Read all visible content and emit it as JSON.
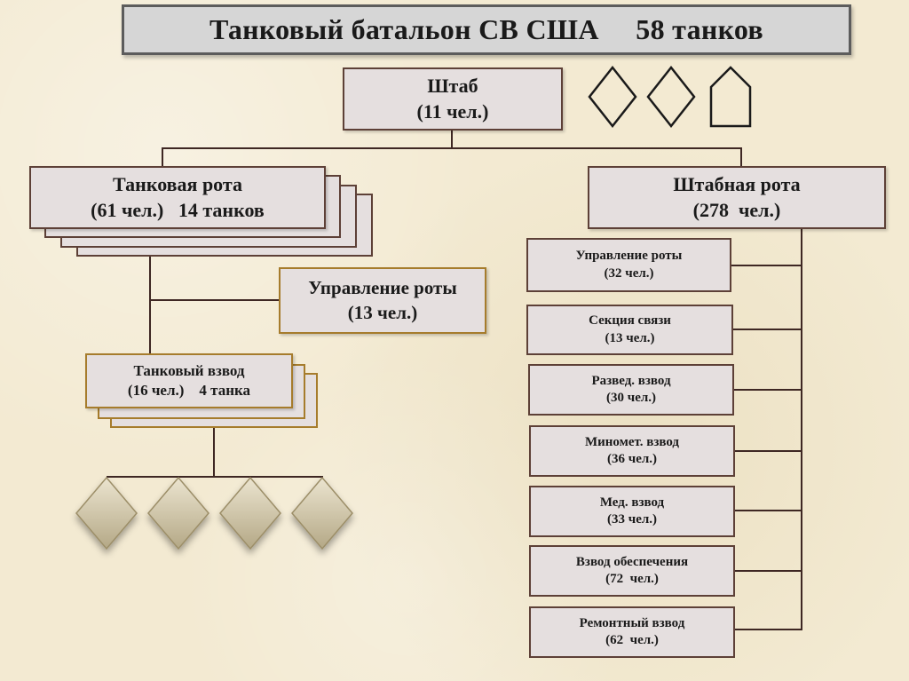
{
  "title": {
    "main": "Танковый батальон СВ США",
    "count": "58 танков"
  },
  "hq": {
    "label": "Штаб",
    "count": "(11 чел.)"
  },
  "tank_company": {
    "label": "Танковая рота",
    "count": "(61 чел.)   14 танков",
    "copies": 4
  },
  "company_hq": {
    "label": "Управление роты",
    "count": "(13 чел.)"
  },
  "tank_platoon": {
    "label": "Танковый взвод",
    "count": "(16 чел.)    4 танка",
    "copies": 3,
    "tanks": 4
  },
  "hq_company": {
    "label": "Штабная рота",
    "count": "(278  чел.)",
    "units": [
      {
        "label": "Управление роты",
        "count": "(32 чел.)"
      },
      {
        "label": "Секция связи",
        "count": "(13 чел.)"
      },
      {
        "label": "Развед. взвод",
        "count": "(30 чел.)"
      },
      {
        "label": "Миномет. взвод",
        "count": "(36 чел.)"
      },
      {
        "label": "Мед. взвод",
        "count": "(33 чел.)"
      },
      {
        "label": "Взвод обеспечения",
        "count": "(72  чел.)"
      },
      {
        "label": "Ремонтный взвод",
        "count": "(62  чел.)"
      }
    ]
  },
  "symbols": {
    "hq_symbols": [
      "diamond",
      "diamond",
      "house"
    ],
    "platoon_symbols": [
      "tank-diamond",
      "tank-diamond",
      "tank-diamond",
      "tank-diamond"
    ]
  }
}
